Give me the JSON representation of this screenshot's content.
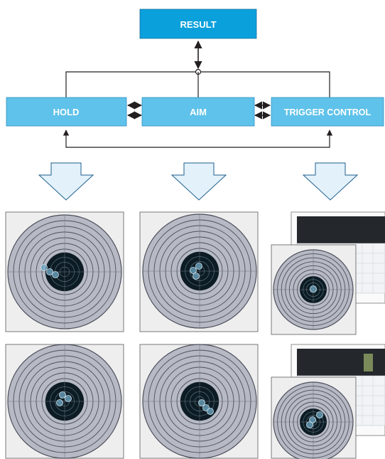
{
  "flow": {
    "result": "RESULT",
    "hold": "HOLD",
    "aim": "AIM",
    "trigger": "TRIGGER CONTROL"
  },
  "colors": {
    "box_result": "#0aa0dc",
    "box_step": "#5fc2ea",
    "arrow_down_fill": "#e3f1fb",
    "arrow_down_stroke": "#1d5f8c",
    "line": "#231f20",
    "target_bull": "#0d1c24",
    "target_face": "#b7bac4",
    "target_rings": "#4b4f5c",
    "panel_bg": "#efeeee"
  },
  "icons": {
    "down_arrow": "block-down-arrow-icon",
    "target": "shooting-target-icon",
    "screen": "analysis-screen-icon"
  }
}
